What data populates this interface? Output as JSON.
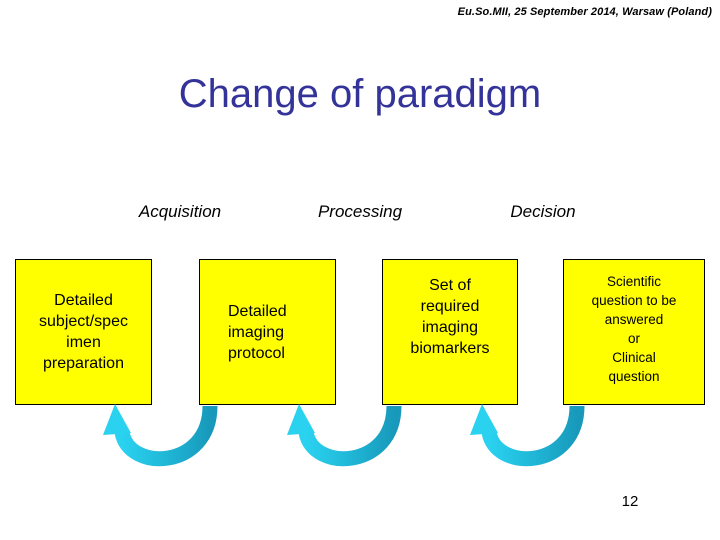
{
  "slide": {
    "header": "Eu.So.MII, 25 September 2014, Warsaw (Poland)",
    "title": "Change of paradigm",
    "page_number": "12",
    "colors": {
      "title": "#333399",
      "box_fill": "#ffff00",
      "box_border": "#000000",
      "arrow_light": "#2ad2f0",
      "arrow_dark": "#1899bb",
      "background": "#ffffff",
      "text": "#000000"
    }
  },
  "columns": [
    {
      "label": "Acquisition"
    },
    {
      "label": "Processing"
    },
    {
      "label": "Decision"
    }
  ],
  "boxes": [
    {
      "id": "subject-preparation",
      "text": "Detailed\nsubject/spec\nimen\npreparation"
    },
    {
      "id": "imaging-protocol",
      "text": "Detailed\nimaging\nprotocol"
    },
    {
      "id": "imaging-biomarkers",
      "text": "Set of\nrequired\nimaging\nbiomarkers"
    },
    {
      "id": "clinical-question",
      "text": "Scientific\nquestion to be\nanswered\nor\nClinical\nquestion"
    }
  ],
  "arrows": [
    {
      "id": "arrow-imaging-protocol-to-subject-preparation",
      "direction": "right-to-left"
    },
    {
      "id": "arrow-biomarkers-to-imaging-protocol",
      "direction": "right-to-left"
    },
    {
      "id": "arrow-question-to-biomarkers",
      "direction": "right-to-left"
    }
  ]
}
